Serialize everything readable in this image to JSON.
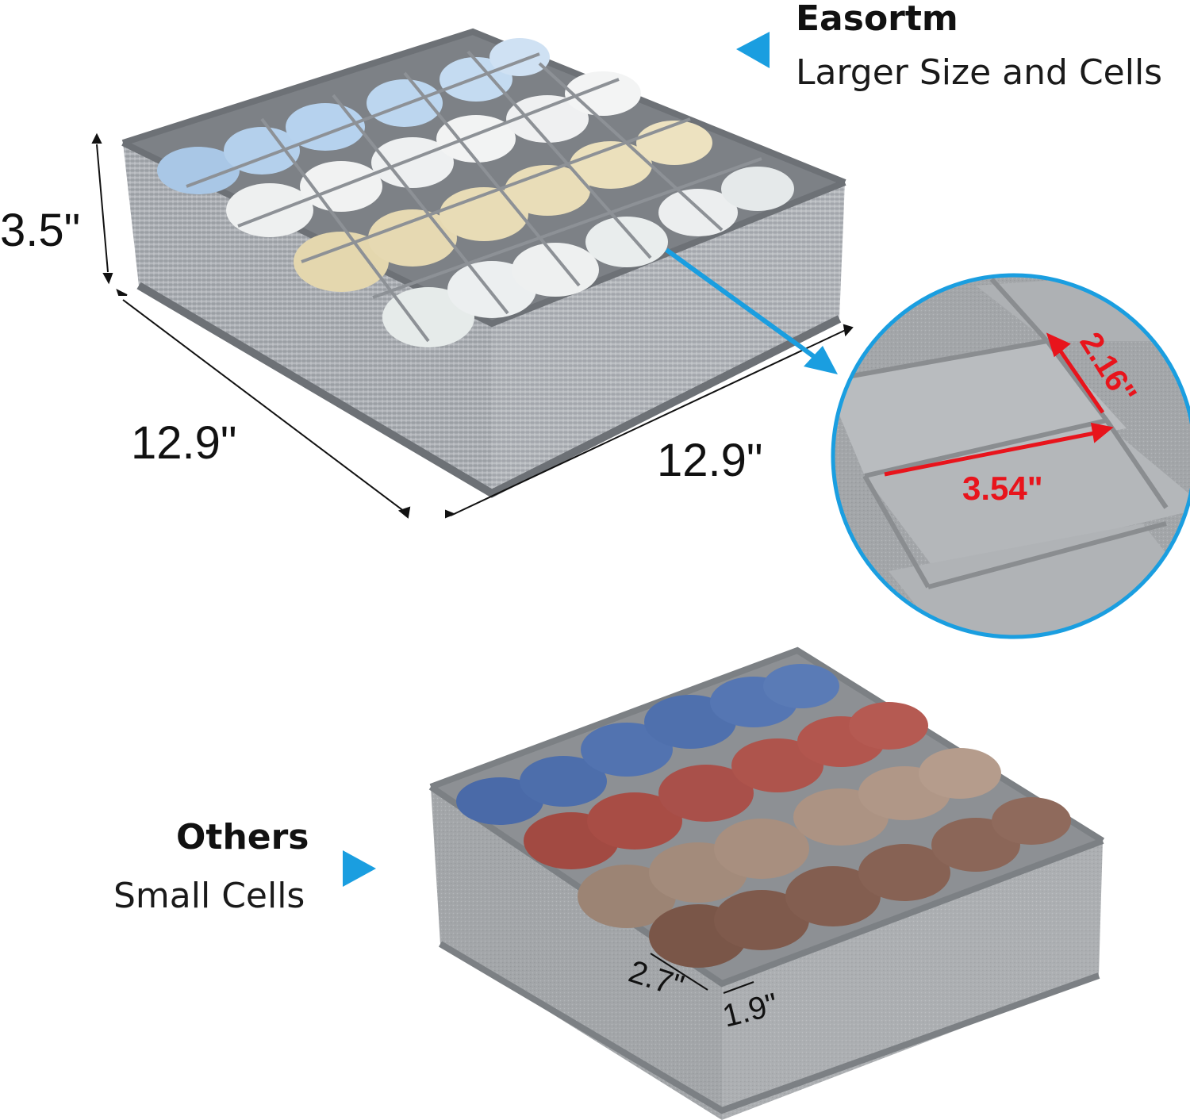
{
  "comparison": {
    "ours": {
      "brand": "Easortm",
      "description": "Larger Size and Cells"
    },
    "theirs": {
      "brand": "Others",
      "description": "Small Cells"
    }
  },
  "dimensions": {
    "height": "3.5\"",
    "depth": "12.9\"",
    "width": "12.9\"",
    "cell_depth": "2.16\"",
    "cell_width": "3.54\"",
    "other_cell_depth": "2.7\"",
    "other_cell_width": "1.9\""
  },
  "colors": {
    "accent": "#1a9ee0",
    "highlight_label": "#e8141c",
    "organizer_gray": "#8c8f93"
  }
}
